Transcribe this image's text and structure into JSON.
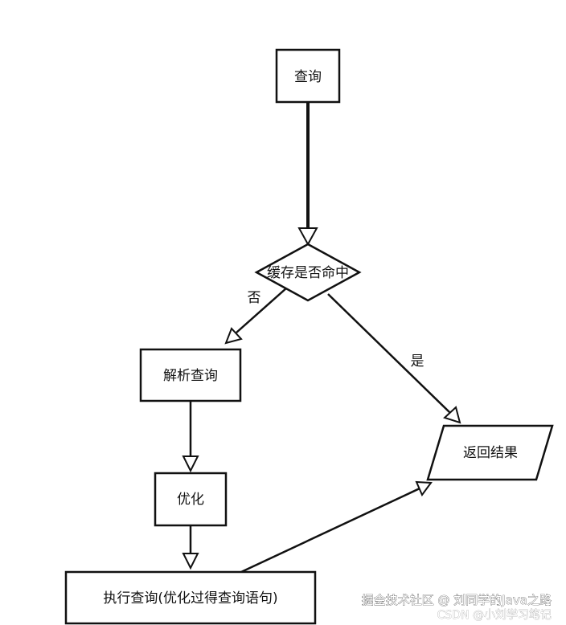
{
  "nodes": {
    "query": "查询",
    "cache_check": "缓存是否命中",
    "parse": "解析查询",
    "optimize": "优化",
    "execute": "执行查询(优化过得查询语句)",
    "result": "返回结果"
  },
  "edges": {
    "no": "否",
    "yes": "是"
  },
  "watermarks": {
    "juejin": "掘金技术社区 @ 刘同学的Java之路",
    "csdn": "CSDN @小刘学习笔记"
  }
}
